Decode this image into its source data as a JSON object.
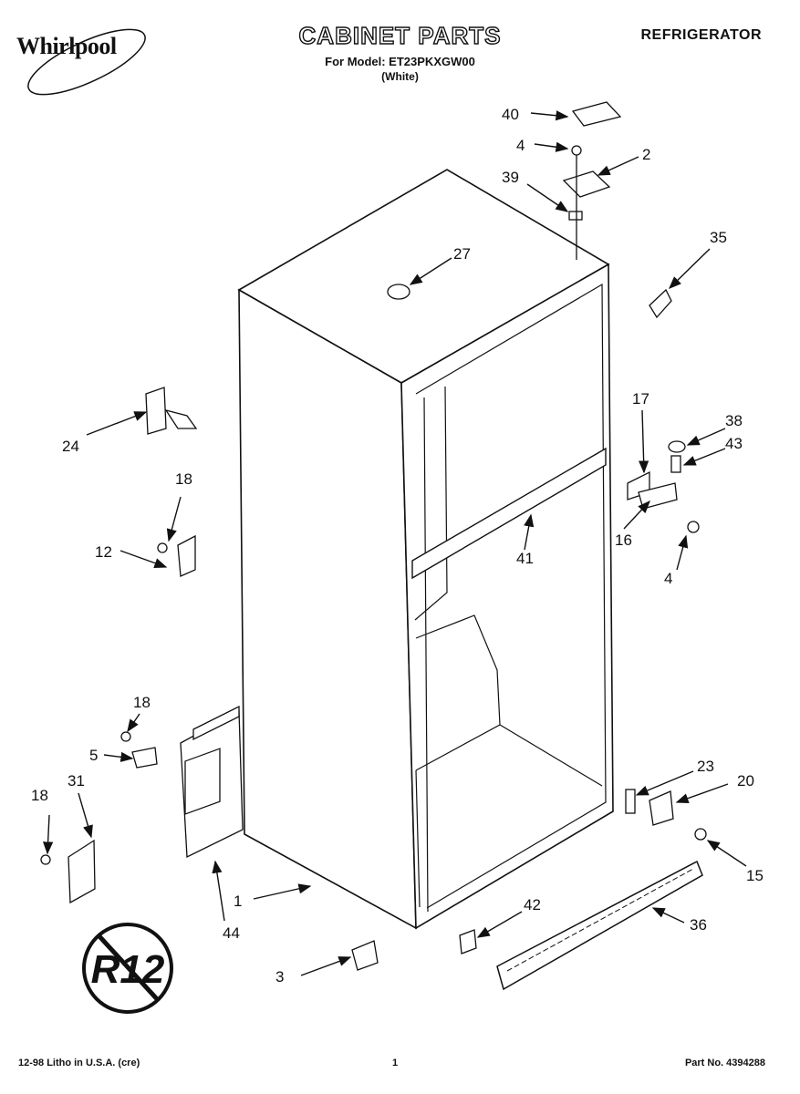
{
  "header": {
    "brand": "Whirlpool",
    "title": "CABINET PARTS",
    "model_line": "For Model: ET23PKXGW00",
    "color": "(White)",
    "product": "REFRIGERATOR"
  },
  "footer": {
    "litho": "12-98 Litho in U.S.A. (cre)",
    "page": "1",
    "part_no": "Part No. 4394288"
  },
  "refrigerant_mark": "R12",
  "callouts": {
    "c40": "40",
    "c4a": "4",
    "c2": "2",
    "c39": "39",
    "c35": "35",
    "c27": "27",
    "c24": "24",
    "c18a": "18",
    "c12": "12",
    "c17": "17",
    "c38": "38",
    "c43": "43",
    "c16": "16",
    "c41": "41",
    "c4b": "4",
    "c18b": "18",
    "c5": "5",
    "c18c": "18",
    "c31": "31",
    "c23": "23",
    "c20": "20",
    "c15": "15",
    "c1": "1",
    "c44": "44",
    "c42": "42",
    "c36": "36",
    "c3": "3"
  }
}
